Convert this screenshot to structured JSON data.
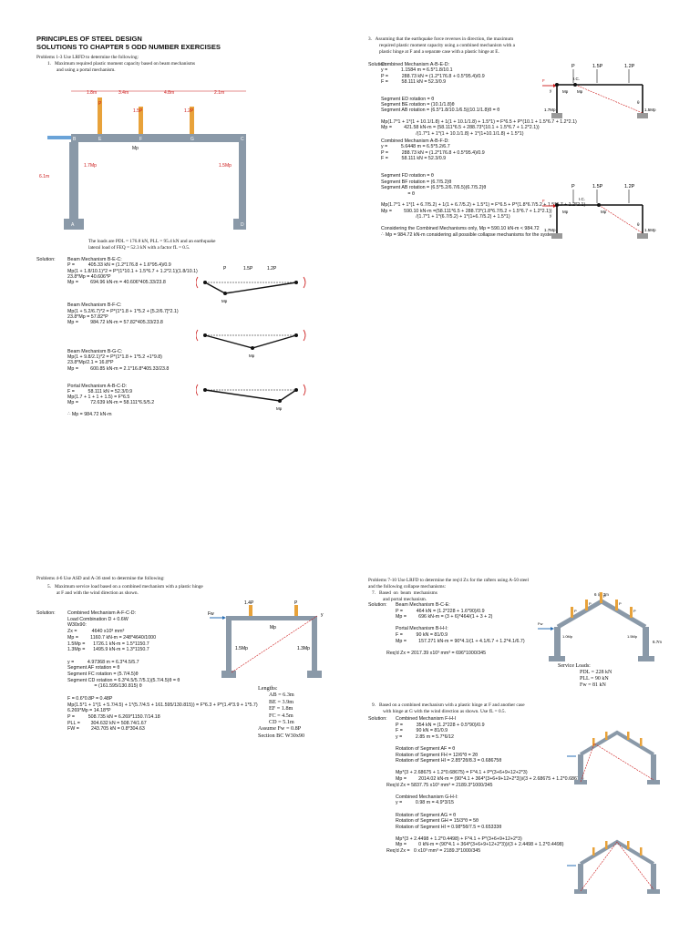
{
  "q1": {
    "header_line1": "PRINCIPLES OF STEEL DESIGN",
    "header_line2": "SOLUTIONS TO CHAPTER 5 ODD NUMBER EXERCISES",
    "intro": "Problems 1-3 Use LRFD to determine the following:",
    "item1": "1.   Maximum required plastic moment capacity based on beam mechanisms",
    "item1b": "and using a portal mechanism.",
    "frame": {
      "dims": [
        "1.8m",
        "3.4m",
        "4.8m",
        "2.1m"
      ],
      "loads": [
        "P",
        "1.5P",
        "1.2P"
      ],
      "height": "6.1m",
      "joints": [
        "B",
        "E",
        "F",
        "G",
        "C"
      ],
      "supports": [
        "A",
        "D"
      ],
      "beam_label": "Mp",
      "col_left": "1.7Mp",
      "col_right": "1.5Mp"
    },
    "loads_text1": "The loads are PDL = 176.8 kN, PLL = 95.4 kN and an earthquake",
    "loads_text2": "lateral load of FEQ = 52.3 kN with a factor fL = 0.5.",
    "solution_label": "Solution:",
    "lines": [
      "Beam Mechanism B-E-C:",
      "P =          405.33 kN = (1.2*176.8 + 1.6*95.4)/0.9",
      "Mp(1 + 1.8/10.1)*2 = P*(1*10.1 + 1.5*6.7 + 1.2*2.1)(1.8/10.1)",
      "23.8*Mp = 40.606*P",
      "Mp =         694.96 kN-m = 40.606*405.33/23.8",
      "",
      "",
      "",
      "Beam Mechanism B-F-C:",
      "Mp(1 + 5.2/6.7)*2 = P*(1*1.8 + 1*5.2 + [5.2/6.7]*2.1)",
      "23.8*Mp = 57.82*P",
      "Mp =         984.72 kN-m = 57.82*405.33/23.8",
      "",
      "",
      "",
      "",
      "Beam Mechanism B-G-C:",
      "Mp(1 + 9.8/2.1)*2 = P*(1*1.8 + 1*5.2 +1*9.8)",
      "23.8*Mp/2.1 = 16.8*P",
      "Mp =         600.85 kN-m = 2.1*16.8*405.33/23.8",
      "",
      "",
      "Portal Mechanism A-B-C-D:",
      "F =          58.111 kN = 52.3/0.9",
      "Mp(1.7 + 1 + 1 + 1.5) = F*6.5",
      "Mp =         72.639 kN-m = 58.111*6.5/5.2",
      "",
      "∴ Mp = 984.72 kN-m"
    ],
    "mech_labels": [
      "P",
      "1.5P",
      "1.2P",
      "Mp",
      "Mp",
      "Mp"
    ]
  },
  "q3": {
    "item": "3.   Assuming that the earthquake force reverses in direction, the maximum",
    "item_b": "required plastic moment capacity using a combined mechanism with a",
    "item_c": "plastic hinge at F and a separate case with a plastic hinge at E.",
    "solution_label": "Solution:",
    "lines_a": [
      "Combined Mechanism A-B-E-D:",
      "y =          1.1584 m = 6.5*1.8/10.1",
      "P =          288.73 kN = (1.2*176.8 + 0.5*95.4)/0.9",
      "F =          58.111 kN = 52.3/0.9",
      "",
      "",
      "Segment ED rotation = θ",
      "Segment BE rotation = (10.1/1.8)θ",
      "Segment AB rotation = (6.5*1.8/10.1/6.5)(10.1/1.8)θ = θ",
      "",
      "Mp(1.7*1 + 1*(1 + 10.1/1.8) + 1(1 + 10.1/1.8) + 1.5*1) = F*6.5 + P*(10.1 + 1.5*6.7 + 1.2*2.1)",
      "Mp =         421.58 kN-m = (58.111*6.5 + 288.73*(10.1 + 1.5*6.7 + 1.2*2.1))",
      "                          /(1.7*1 + 1*(1 + 10.1/1.8) + 1*(1+10.1/1.8) + 1.5*1)"
    ],
    "lines_b": [
      "Combined Mechanism A-B-F-D:",
      "y =          5.6448 m = 6.5*5.2/6.7",
      "P =          288.73 kN = (1.2*176.8 + 0.5*95.4)/0.9",
      "F =          58.111 kN = 52.3/0.9",
      "",
      "",
      "Segment FD rotation = θ",
      "Segment BF rotation = (6.7/5.2)θ",
      "Segment AB rotation = (6.5*5.2/6.7/6.5)(6.7/5.2)θ",
      "                    = θ",
      "",
      "Mp(1.7*1 + 1*(1 + 6.7/5.2) + 1(1 + 6.7/5.2) + 1.5*1) = F*6.5 + P*(1.8*6.7/5.2 + 1.5*6.7 + 1.2*2.1)",
      "Mp =         590.10 kN-m =(58.111*6.5 + 288.73*(1.8*6.7/5.2 + 1.5*6.7 + 1.2*2.1))",
      "                          /(1.7*1 + 1*(6.7/5.2) + 1*(1+6.7/5.2) + 1.5*1)",
      "",
      "Considering the Combined Mechanisms only, Mp = 590.10 kN-m < 984.72",
      "∴ Mp = 984.72 kN-m considering all possible collapse mechanisms for the system."
    ],
    "diagram_labels": [
      "P",
      "1.5P",
      "1.2P",
      "I.C.",
      "F",
      "y",
      "Mp",
      "Mp",
      "1.7Mp",
      "1.5Mp",
      "θ"
    ]
  },
  "q5": {
    "intro": "Problems 4-6 Use ASD and A-36 steel to determine the following:",
    "item": "5.   Maximum service load based on a combined mechanism with a plastic hinge",
    "item_b": "at F and with the wind direction as shown.",
    "solution_label": "Solution:",
    "lines": [
      "Combined Mechanism A-F-C-D:",
      "Load Combination D + 0.6W",
      "W30x90:",
      "Zx =           4640 x10³ mm³",
      "Mp =         1160.7 kN-m = 248*4640/1000",
      "1.5Mp =      1726.1 kN-m = 1.5*1150.7",
      "1.3Mp =      1495.9 kN-m = 1.3*1150.7",
      "",
      "y =          4.97368 m = 6.3*4.5/5.7",
      "Segment AF rotation = θ",
      "Segment FC rotation = (5.7/4.5)θ",
      "Segment CD rotation = 6.3*4.5/5.7/5.1)(5.7/4.5)θ = θ",
      "                    = (161.595/130.815) θ",
      "",
      "F = 0.6*0.8P = 0.48P",
      "Mp(1.5*1 + 1*(1 + 5.7/4.5) + 1*(5.7/4.5 + 161.595/130.815)) = F*6.3 + P*(1.4*3.9 + 1*5.7)",
      "6.269*Mp = 14.18*P",
      "P =          508.735 kN = 6.269*1150.7/14.18",
      "PLL =        304.632 kN = 508.74/1.67",
      "FW =         243.705 kN = 0.8*304.63"
    ],
    "diagram": [
      "1.4P",
      "P",
      "Fw",
      "y",
      "Mp",
      "1.5Mp",
      "1.3Mp"
    ],
    "lengths_title": "Lengths:",
    "lengths": [
      "AB = 6.3m",
      "BE = 3.9m",
      "EF = 1.8m",
      "FC = 4.5m",
      "CD = 5.1m",
      "Assume Fw = 0.8P",
      "Section BC W30x90"
    ]
  },
  "q7": {
    "intro": "Problems 7-10 Use LRFD to determine the req'd Zx for the rafters using A-50 steel",
    "intro_b": "and the following collapse mechanisms:",
    "item": "7.   Based  on  beam  mechanisms",
    "item_b": "and portal mechanism.",
    "solution_label": "Solution:",
    "lines_a": [
      "Beam Mechanism B-C-E:",
      "P =          464 kN = (1.2*228 + 1.6*90)/0.9",
      "Mp =         696 kN-m = (3 + 6)*464/(1 + 3 + 2)",
      "",
      "Portal Mechanism B-H-I:",
      "F =          90 kN = 81/0.9",
      "Mp =         157.271 kN-m = 90*4.1/(1 + 4.1/6.7 + 1.2*4.1/6.7)",
      "",
      "Req'd Zx = 2017.39 x10³ mm³ = 696*1000/345"
    ],
    "service_title": "Service Loads:",
    "service": [
      "PDL = 228 kN",
      "PLL = 90 kN",
      "Fw = 81 kN"
    ],
    "item9": "9.   Based on a combined mechanism with a plastic hinge at F and another case",
    "item9b": "with hinge at G with the wind direction as shown. Use fL = 0.5.",
    "solution_label2": "Solution:",
    "lines_b": [
      "Combined Mechanism F-H-I",
      "P =          354 kN = (1.2*228 + 0.5*90)/0.9",
      "F =          90 kN = 81/0.9",
      "y =          2.85 m = 5.7*6/12",
      "",
      "Rotation of Segment AF = θ",
      "Rotation of Segment FH = 12/6*θ = 2θ",
      "Rotation of Segment HI = 2.85*2θ/8.3 = 0.68675θ",
      "",
      "Mp*(3 + 2.68675 + 1.2*0.68675) = F*4.1 + P*(3+6+9+12+2*3)",
      "Mp =         2014.02 kN-m = (90*4.1 + 364*(3+6+9+12+2*3))/(3 + 2.68675 + 1.2*0.68675)",
      "Req'd Zx = 5837.75 x10³ mm³ = 2189.3*1000/345",
      "",
      "Combined Mechanism G-H-I:",
      "y =          0.98 m = 4.9*3/15",
      "",
      "Rotation of Segment AG = θ",
      "Rotation of Segment GH = 15/3*θ = 5θ",
      "Rotation of Segment HI = 0.98*5θ/7.5 = 0.65333θ",
      "",
      "Mp*(3 + 2.4498 + 1.2*0.4498) + F*4.1 + P*(3+6+9+12+2*3)",
      "Mp =         0 kN-m = (90*4.1 + 364*(3+6+9+12+2*3))/(3 + 2.4498 + 1.2*0.4498)",
      "Req'd Zx =   0 x10³ mm³ = 2189.3*1000/345"
    ],
    "gable_labels": [
      "6 @ 3m",
      "P",
      "P",
      "P",
      "P",
      "P",
      "1.5P",
      "Fw",
      "6.7m",
      "1.0Mp",
      "1.5Mp"
    ]
  }
}
